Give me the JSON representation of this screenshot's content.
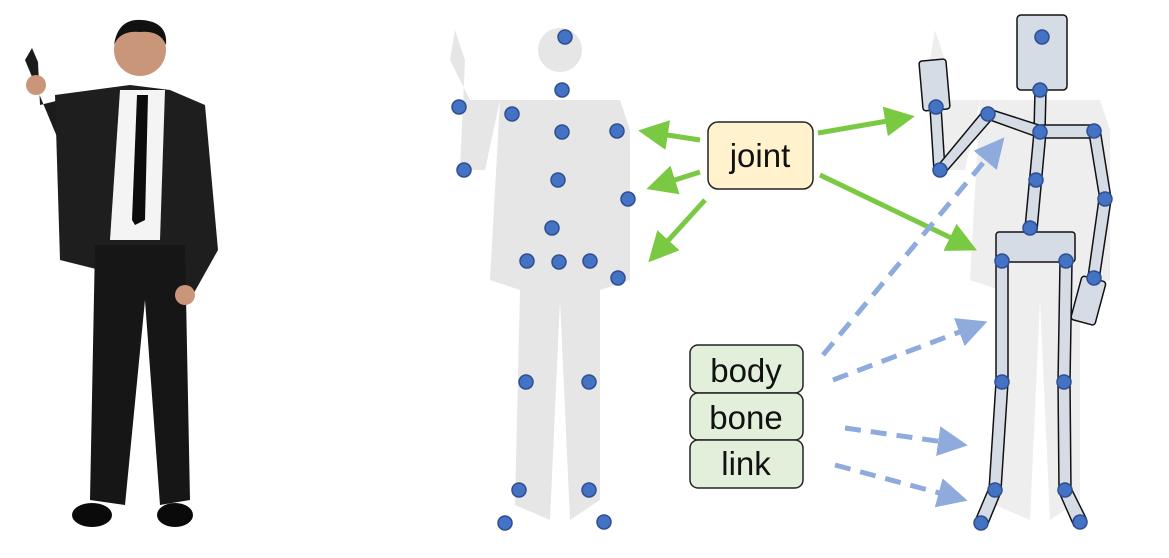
{
  "labels": {
    "joint": "joint",
    "body": "body",
    "bone": "bone",
    "link": "link"
  },
  "colors": {
    "joint_box": "#fff2cc",
    "link_box": "#e2efda",
    "joint_dot": "#4472c4",
    "bone_fill": "#d6dce5",
    "green_arrow": "#7ac943",
    "blue_arrow": "#8faadc",
    "silhouette": "#e6e6e6"
  },
  "icons": {
    "photo": "person-in-suit-photo",
    "middle": "person-silhouette-with-joints",
    "right": "stick-figure-skeleton"
  }
}
